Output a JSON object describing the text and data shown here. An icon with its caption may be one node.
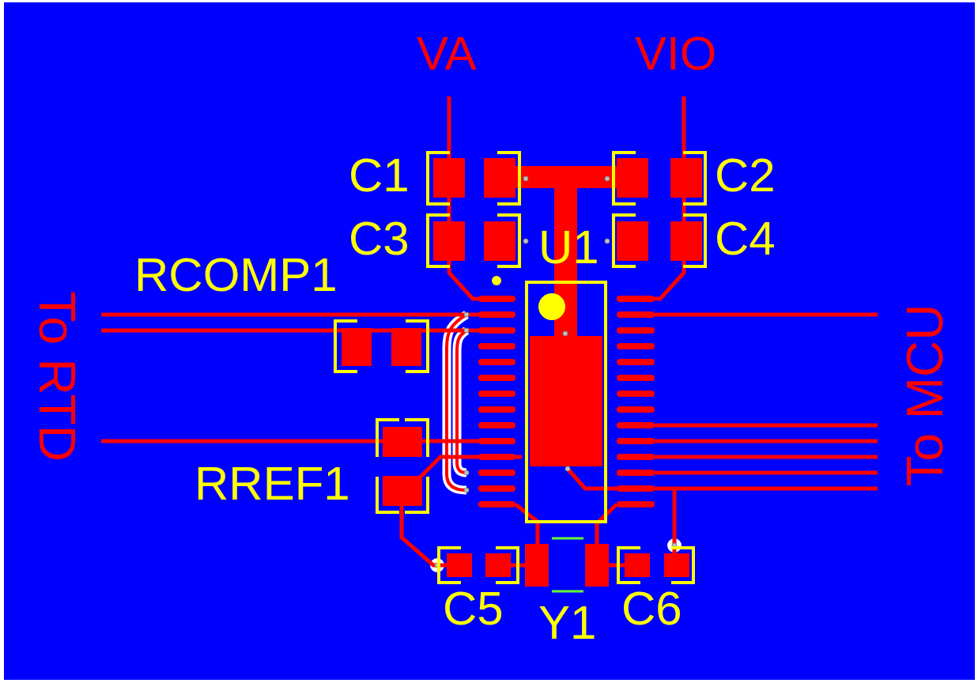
{
  "diagram": {
    "labels": [
      "VA",
      "VIO",
      "C1",
      "C2",
      "C3",
      "U1",
      "C4",
      "RCOMP1",
      "To RTD",
      "RREF1",
      "C5",
      "Y1",
      "C6",
      "To MCU"
    ]
  }
}
